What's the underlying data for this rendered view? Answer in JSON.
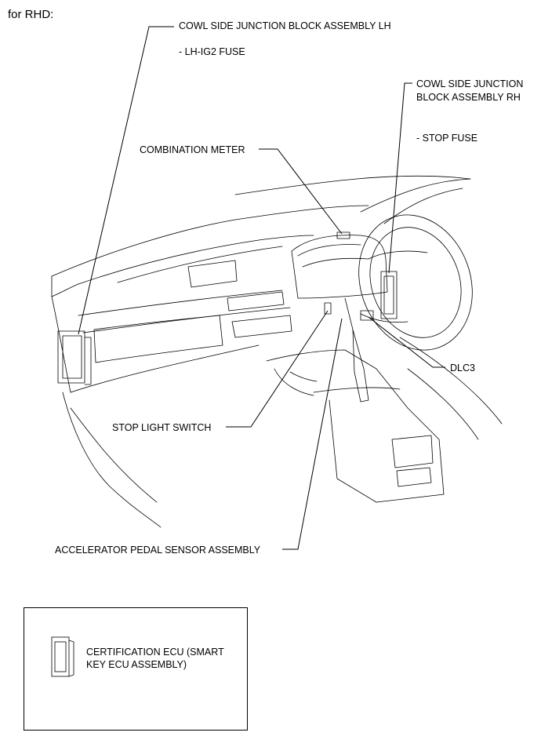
{
  "heading": "for RHD:",
  "labels": {
    "cowl_lh_title": "COWL SIDE JUNCTION BLOCK ASSEMBLY LH",
    "cowl_lh_fuse": "- LH-IG2 FUSE",
    "cowl_rh_title_1": "COWL SIDE JUNCTION",
    "cowl_rh_title_2": "BLOCK ASSEMBLY RH",
    "cowl_rh_fuse": "- STOP FUSE",
    "combination_meter": "COMBINATION METER",
    "dlc3": "DLC3",
    "stop_light_switch": "STOP LIGHT SWITCH",
    "accelerator_pedal": "ACCELERATOR PEDAL SENSOR ASSEMBLY"
  },
  "legend": {
    "line_1": "CERTIFICATION ECU (SMART",
    "line_2": "KEY ECU ASSEMBLY)"
  }
}
